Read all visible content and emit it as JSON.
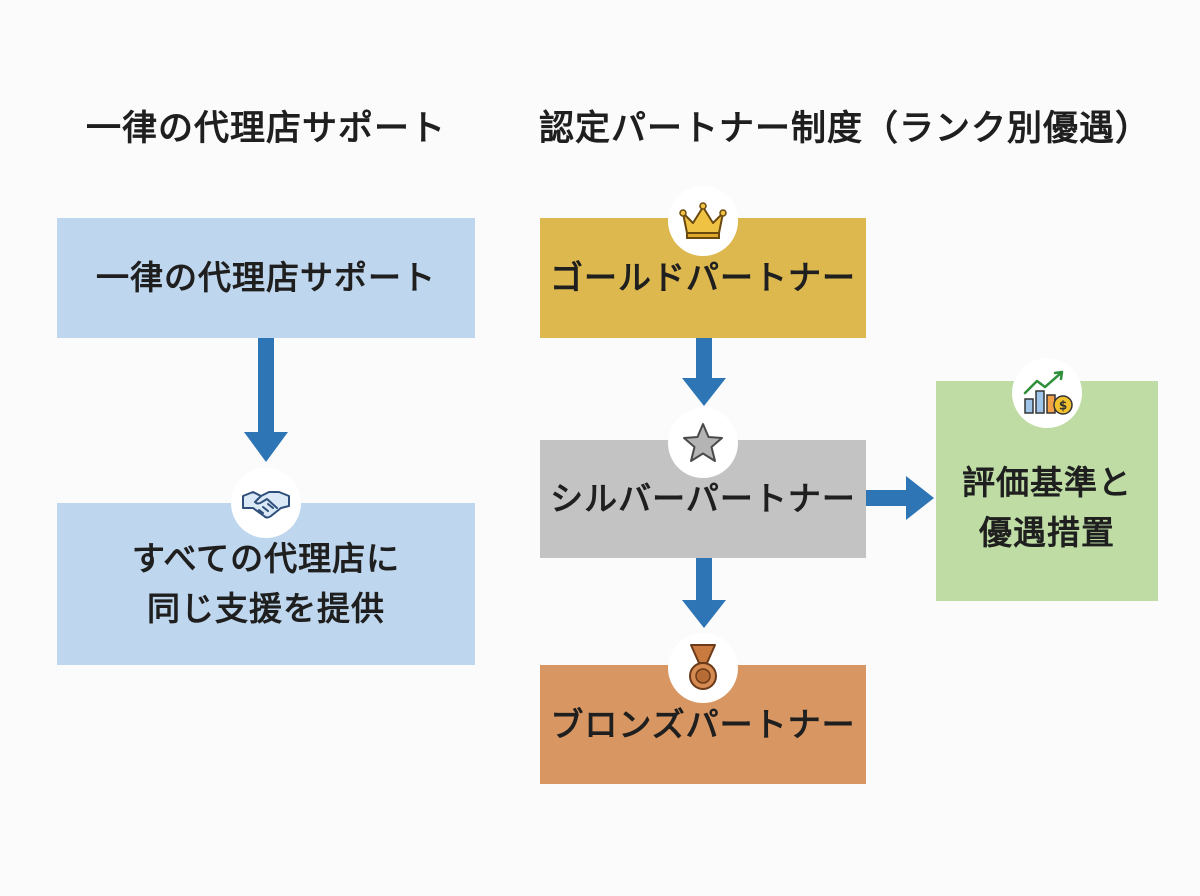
{
  "headings": {
    "left": "一律の代理店サポート",
    "right": "認定パートナー制度（ランク別優遇）"
  },
  "left_flow": {
    "top_box": "一律の代理店サポート",
    "bottom_box_line1": "すべての代理店に",
    "bottom_box_line2": "同じ支援を提供",
    "bottom_icon": "handshake-icon"
  },
  "right_flow": {
    "gold": {
      "label": "ゴールドパートナー",
      "icon": "crown-icon",
      "color": "#dcb84e"
    },
    "silver": {
      "label": "シルバーパートナー",
      "icon": "star-icon",
      "color": "#c3c3c3"
    },
    "bronze": {
      "label": "ブロンズパートナー",
      "icon": "medal-icon",
      "color": "#d89762"
    },
    "criteria": {
      "line1": "評価基準と",
      "line2": "優遇措置",
      "icon": "growth-chart-icon",
      "color": "#bedca4"
    }
  },
  "colors": {
    "arrow": "#2e75b6",
    "left_box": "#bfd7ee"
  }
}
